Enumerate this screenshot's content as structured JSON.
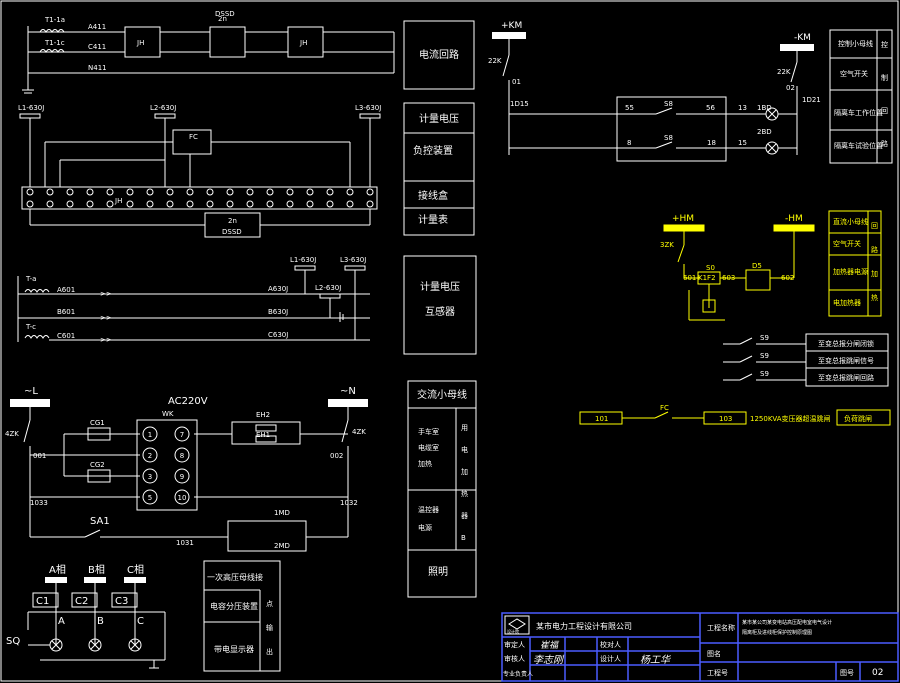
{
  "ct_section": {
    "ct_a": "T1-1a",
    "ct_c": "T1-1c",
    "wire_a": "A411",
    "wire_c": "C411",
    "wire_n": "N411",
    "jh1": "JH",
    "jh2": "JH",
    "dssd_top": "DSSD",
    "dssd_num_top": "2n"
  },
  "meter_section": {
    "l1": "L1-630J",
    "l2": "L2-630J",
    "l3": "L3-630J",
    "fc": "FC",
    "jh": "JH",
    "dssd": "DSSD",
    "dssd_num": "2n"
  },
  "labels_boxes": {
    "current_circuit": "电流回路",
    "meter_voltage": "计量电压",
    "load_control": "负控装置",
    "terminal_box": "接线盒",
    "meter": "计量表",
    "pt_line1": "计量电压",
    "pt_line2": "互感器"
  },
  "pt_section": {
    "t_a": "T-a",
    "t_c": "T-c",
    "a601": "A601",
    "b601": "B601",
    "c601": "C601",
    "l1": "L1-630J",
    "l2": "L2-630J",
    "l3": "L3-630J",
    "a630": "A630J",
    "b630": "B630J",
    "c630": "C630J"
  },
  "ac_section": {
    "l_bus": "~L",
    "n_bus": "~N",
    "ac220": "AC220V",
    "wk": "WK",
    "zk_l": "4ZK",
    "zk_n": "4ZK",
    "n001": "001",
    "n002": "002",
    "cg1": "CG1",
    "cg2": "CG2",
    "eh2": "EH2",
    "eh1": "EH1",
    "terms_left": [
      "1",
      "3",
      "5"
    ],
    "terms_right": [
      "7",
      "8",
      "10"
    ],
    "term_2": "2",
    "term_9": "9",
    "n1031": "1031",
    "n1032": "1032",
    "n1033": "1033",
    "sa1": "SA1",
    "lamp1": "1MD",
    "lamp2": "2MD"
  },
  "ac_bus_box": {
    "title": "交流小母线",
    "group1": "手车室\n电缆室\n加热",
    "group2": "温控器\n电源",
    "light": "照明",
    "vert": [
      "用",
      "电",
      "加",
      "热",
      "器",
      "B"
    ]
  },
  "phase_section": {
    "a": "A相",
    "b": "B相",
    "c": "C相",
    "c1": "C1",
    "c2": "C2",
    "c3": "C3",
    "pa": "A",
    "pb": "B",
    "pc": "C",
    "sq": "SQ"
  },
  "legend_box": {
    "row1": "一次高压母线接",
    "row2": "电容分压装置",
    "row3": "带电显示器",
    "vert": [
      "点",
      "输",
      "出"
    ]
  },
  "dc_section": {
    "pkm": "+KM",
    "mkm": "-KM",
    "zk22": "22K",
    "zk22b": "22K",
    "n01": "01",
    "n02": "02",
    "id15": "1D15",
    "id21": "1D21",
    "n55": "55",
    "n56": "56",
    "s8": "S8",
    "n13": "13",
    "lamp_1bd": "1BD",
    "n8": "8",
    "n18": "18",
    "s8b": "S8",
    "n15": "15",
    "lamp_2bd": "2BD"
  },
  "dc_legend": {
    "row1": "控制小母线",
    "row2": "空气开关",
    "row3": "隔离车工作位置",
    "row4": "隔离车试验位置",
    "vert": [
      "控",
      "制",
      "回",
      "路"
    ]
  },
  "heater_section": {
    "phm": "+HM",
    "mhm": "-HM",
    "zk3": "3ZK",
    "s0": "S0",
    "n601": "601",
    "n603": "603",
    "n602": "602",
    "k1f2": "K1F2",
    "d5": "D5",
    "legend": [
      "直流小母线",
      "空气开关",
      "加热器电源",
      "电加热器"
    ],
    "vert": [
      "回",
      "路",
      "加",
      "热"
    ]
  },
  "signal_section": {
    "s9a": "S9",
    "s9b": "S9",
    "s9c": "S9",
    "box1": "至变总报分闸闭锁",
    "box2": "至变总报跳闸信号",
    "box3": "至变总报跳闸回路"
  },
  "trip_section": {
    "n101": "101",
    "fc": "FC",
    "n103": "103",
    "trip_text": "1250KVA变压器超温跳闸",
    "box": "负荷跳闸"
  },
  "title_block": {
    "company": "某市电力工程设计有限公司",
    "logo_text": "设计院",
    "designer_role": "审定人",
    "designer_name": "崔福",
    "reviewer_role": "审核人",
    "reviewer_name": "李志刚",
    "checker_role": "校对人",
    "checker_name": "",
    "drafter_role": "设计人",
    "drafter_name": "杨工华",
    "project_role": "专业负责人",
    "project_label": "工程名称",
    "project_name": "某市某公司某变电站高压配电室电气设计",
    "project_sub": "隔离柜及进线柜保护控制原理图",
    "drawing_label": "图名",
    "job_label": "工程号",
    "sheet_label": "图号",
    "sheet_no": "02"
  },
  "colors": {
    "wire": "#ffffff",
    "accent": "#ffff00",
    "frame": "#4a5cff"
  }
}
